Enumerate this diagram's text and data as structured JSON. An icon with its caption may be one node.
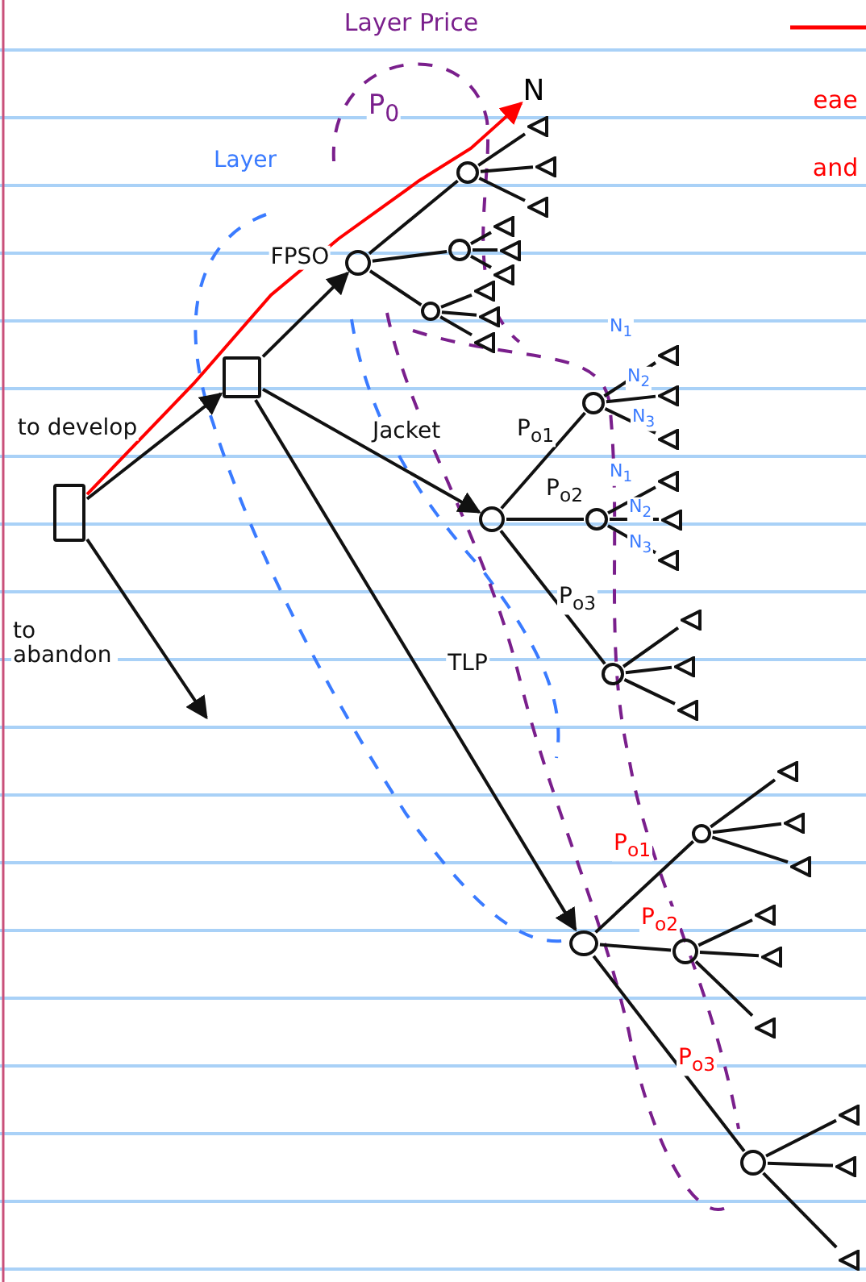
{
  "diagram": {
    "nodes": [
      {
        "text": [],
        "shape": "box"
      },
      {
        "text": [],
        "shape": "box"
      },
      {
        "text": [
          "N"
        ]
      },
      {
        "text": [],
        "shape": "circle"
      },
      {
        "text": [],
        "shape": "circle"
      },
      {
        "text": [],
        "shape": "triangle"
      },
      {
        "text": [],
        "shape": "triangle"
      },
      {
        "text": [],
        "shape": "triangle"
      },
      {
        "text": [],
        "shape": "circle"
      },
      {
        "text": [],
        "shape": "triangle"
      },
      {
        "text": [],
        "shape": "triangle"
      },
      {
        "text": [],
        "shape": "triangle"
      },
      {
        "text": [],
        "shape": "circle"
      },
      {
        "text": [],
        "shape": "triangle"
      },
      {
        "text": [],
        "shape": "triangle"
      },
      {
        "text": [],
        "shape": "triangle"
      },
      {
        "text": [],
        "shape": "circle"
      },
      {
        "text": [],
        "shape": "circle"
      },
      {
        "text": [],
        "shape": "triangle"
      },
      {
        "text": [],
        "shape": "triangle"
      },
      {
        "text": [],
        "shape": "triangle"
      },
      {
        "text": [],
        "shape": "circle"
      },
      {
        "text": [],
        "shape": "triangle"
      },
      {
        "text": [],
        "shape": "triangle"
      },
      {
        "text": [],
        "shape": "triangle"
      },
      {
        "text": [],
        "shape": "circle"
      },
      {
        "text": [],
        "shape": "triangle"
      },
      {
        "text": [],
        "shape": "triangle"
      },
      {
        "text": [],
        "shape": "triangle"
      },
      {
        "text": [],
        "shape": "circle"
      },
      {
        "text": [],
        "shape": "circle"
      },
      {
        "text": [],
        "shape": "triangle"
      },
      {
        "text": [],
        "shape": "triangle"
      },
      {
        "text": [],
        "shape": "triangle"
      },
      {
        "text": [],
        "shape": "circle"
      },
      {
        "text": [],
        "shape": "triangle"
      },
      {
        "text": [],
        "shape": "triangle"
      },
      {
        "text": [],
        "shape": "triangle"
      },
      {
        "text": [],
        "shape": "circle"
      },
      {
        "text": [],
        "shape": "triangle"
      },
      {
        "text": [],
        "shape": "triangle"
      },
      {
        "text": [],
        "shape": "triangle"
      }
    ],
    "edges": [
      {
        "from": 0,
        "to": 1,
        "arrow": "to",
        "label": "to develop"
      },
      {
        "from": 0,
        "to": null,
        "arrow": "to",
        "label": "to abandon"
      },
      {
        "from": 1,
        "to": 3,
        "arrow": "to",
        "label": "FPSO"
      },
      {
        "from": 1,
        "to": 16,
        "arrow": "to",
        "label": "Jacket"
      },
      {
        "from": 1,
        "to": 29,
        "arrow": "to",
        "label": "TLP"
      },
      {
        "from": 3,
        "to": 4,
        "arrow": "none"
      },
      {
        "from": 3,
        "to": 8,
        "arrow": "none"
      },
      {
        "from": 3,
        "to": 12,
        "arrow": "none"
      },
      {
        "from": 4,
        "to": 5,
        "arrow": "none"
      },
      {
        "from": 4,
        "to": 6,
        "arrow": "none"
      },
      {
        "from": 4,
        "to": 7,
        "arrow": "none"
      },
      {
        "from": 8,
        "to": 9,
        "arrow": "none"
      },
      {
        "from": 8,
        "to": 10,
        "arrow": "none"
      },
      {
        "from": 8,
        "to": 11,
        "arrow": "none"
      },
      {
        "from": 12,
        "to": 13,
        "arrow": "none"
      },
      {
        "from": 12,
        "to": 14,
        "arrow": "none"
      },
      {
        "from": 12,
        "to": 15,
        "arrow": "none"
      },
      {
        "from": 16,
        "to": 17,
        "arrow": "none",
        "label": "P$_{o1}$"
      },
      {
        "from": 16,
        "to": 21,
        "arrow": "none",
        "label": "P$_{o2}$"
      },
      {
        "from": 16,
        "to": 25,
        "arrow": "none",
        "label": "P$_{o3}$"
      },
      {
        "from": 17,
        "to": 18,
        "arrow": "none",
        "label": "N$_{1}$"
      },
      {
        "from": 17,
        "to": 19,
        "arrow": "none",
        "label": "N$_{2}$"
      },
      {
        "from": 17,
        "to": 20,
        "arrow": "none",
        "label": "N$_{3}$"
      },
      {
        "from": 21,
        "to": 22,
        "arrow": "none",
        "label": "N$_{1}$"
      },
      {
        "from": 21,
        "to": 23,
        "arrow": "none",
        "label": "N$_{2}$"
      },
      {
        "from": 21,
        "to": 24,
        "arrow": "none",
        "label": "N$_{3}$"
      },
      {
        "from": 25,
        "to": 26,
        "arrow": "none"
      },
      {
        "from": 25,
        "to": 27,
        "arrow": "none"
      },
      {
        "from": 25,
        "to": 28,
        "arrow": "none"
      },
      {
        "from": 29,
        "to": 30,
        "arrow": "none",
        "label": "P$_{o1}$"
      },
      {
        "from": 29,
        "to": 34,
        "arrow": "none",
        "label": "P$_{o2}$"
      },
      {
        "from": 29,
        "to": 38,
        "arrow": "none",
        "label": "P$_{o3}$"
      },
      {
        "from": 30,
        "to": 31,
        "arrow": "none"
      },
      {
        "from": 30,
        "to": 32,
        "arrow": "none"
      },
      {
        "from": 30,
        "to": 33,
        "arrow": "none"
      },
      {
        "from": 34,
        "to": 35,
        "arrow": "none"
      },
      {
        "from": 34,
        "to": 36,
        "arrow": "none"
      },
      {
        "from": 34,
        "to": 37,
        "arrow": "none"
      },
      {
        "from": 38,
        "to": 39,
        "arrow": "none"
      },
      {
        "from": 38,
        "to": 40,
        "arrow": "none"
      },
      {
        "from": 38,
        "to": 41,
        "arrow": "none"
      },
      {
        "from": 0,
        "to": 2,
        "arrow": "to",
        "color": "#ff0000"
      }
    ],
    "labels": [
      "Layer Price",
      "P$_{0}$",
      "Layer",
      "eae",
      "and"
    ]
  }
}
